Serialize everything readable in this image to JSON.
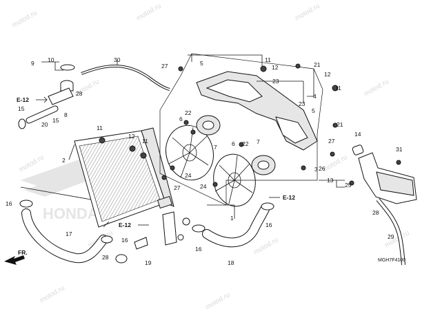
{
  "diagram": {
    "callouts": [
      "1",
      "2",
      "3",
      "4",
      "5",
      "6",
      "7",
      "8",
      "9",
      "10",
      "11",
      "12",
      "13",
      "14",
      "15",
      "16",
      "17",
      "18",
      "19",
      "20",
      "21",
      "22",
      "23",
      "24",
      "25",
      "26",
      "27",
      "28",
      "29",
      "30",
      "31"
    ],
    "reference": "E-12",
    "direction": "FR.",
    "watermark": "motod.ru",
    "brand": "HONDA",
    "code": "MGH7F4100"
  },
  "colors": {
    "line": "#111111",
    "watermark": "#d9d9d9",
    "fill": "#e6e6e6"
  }
}
